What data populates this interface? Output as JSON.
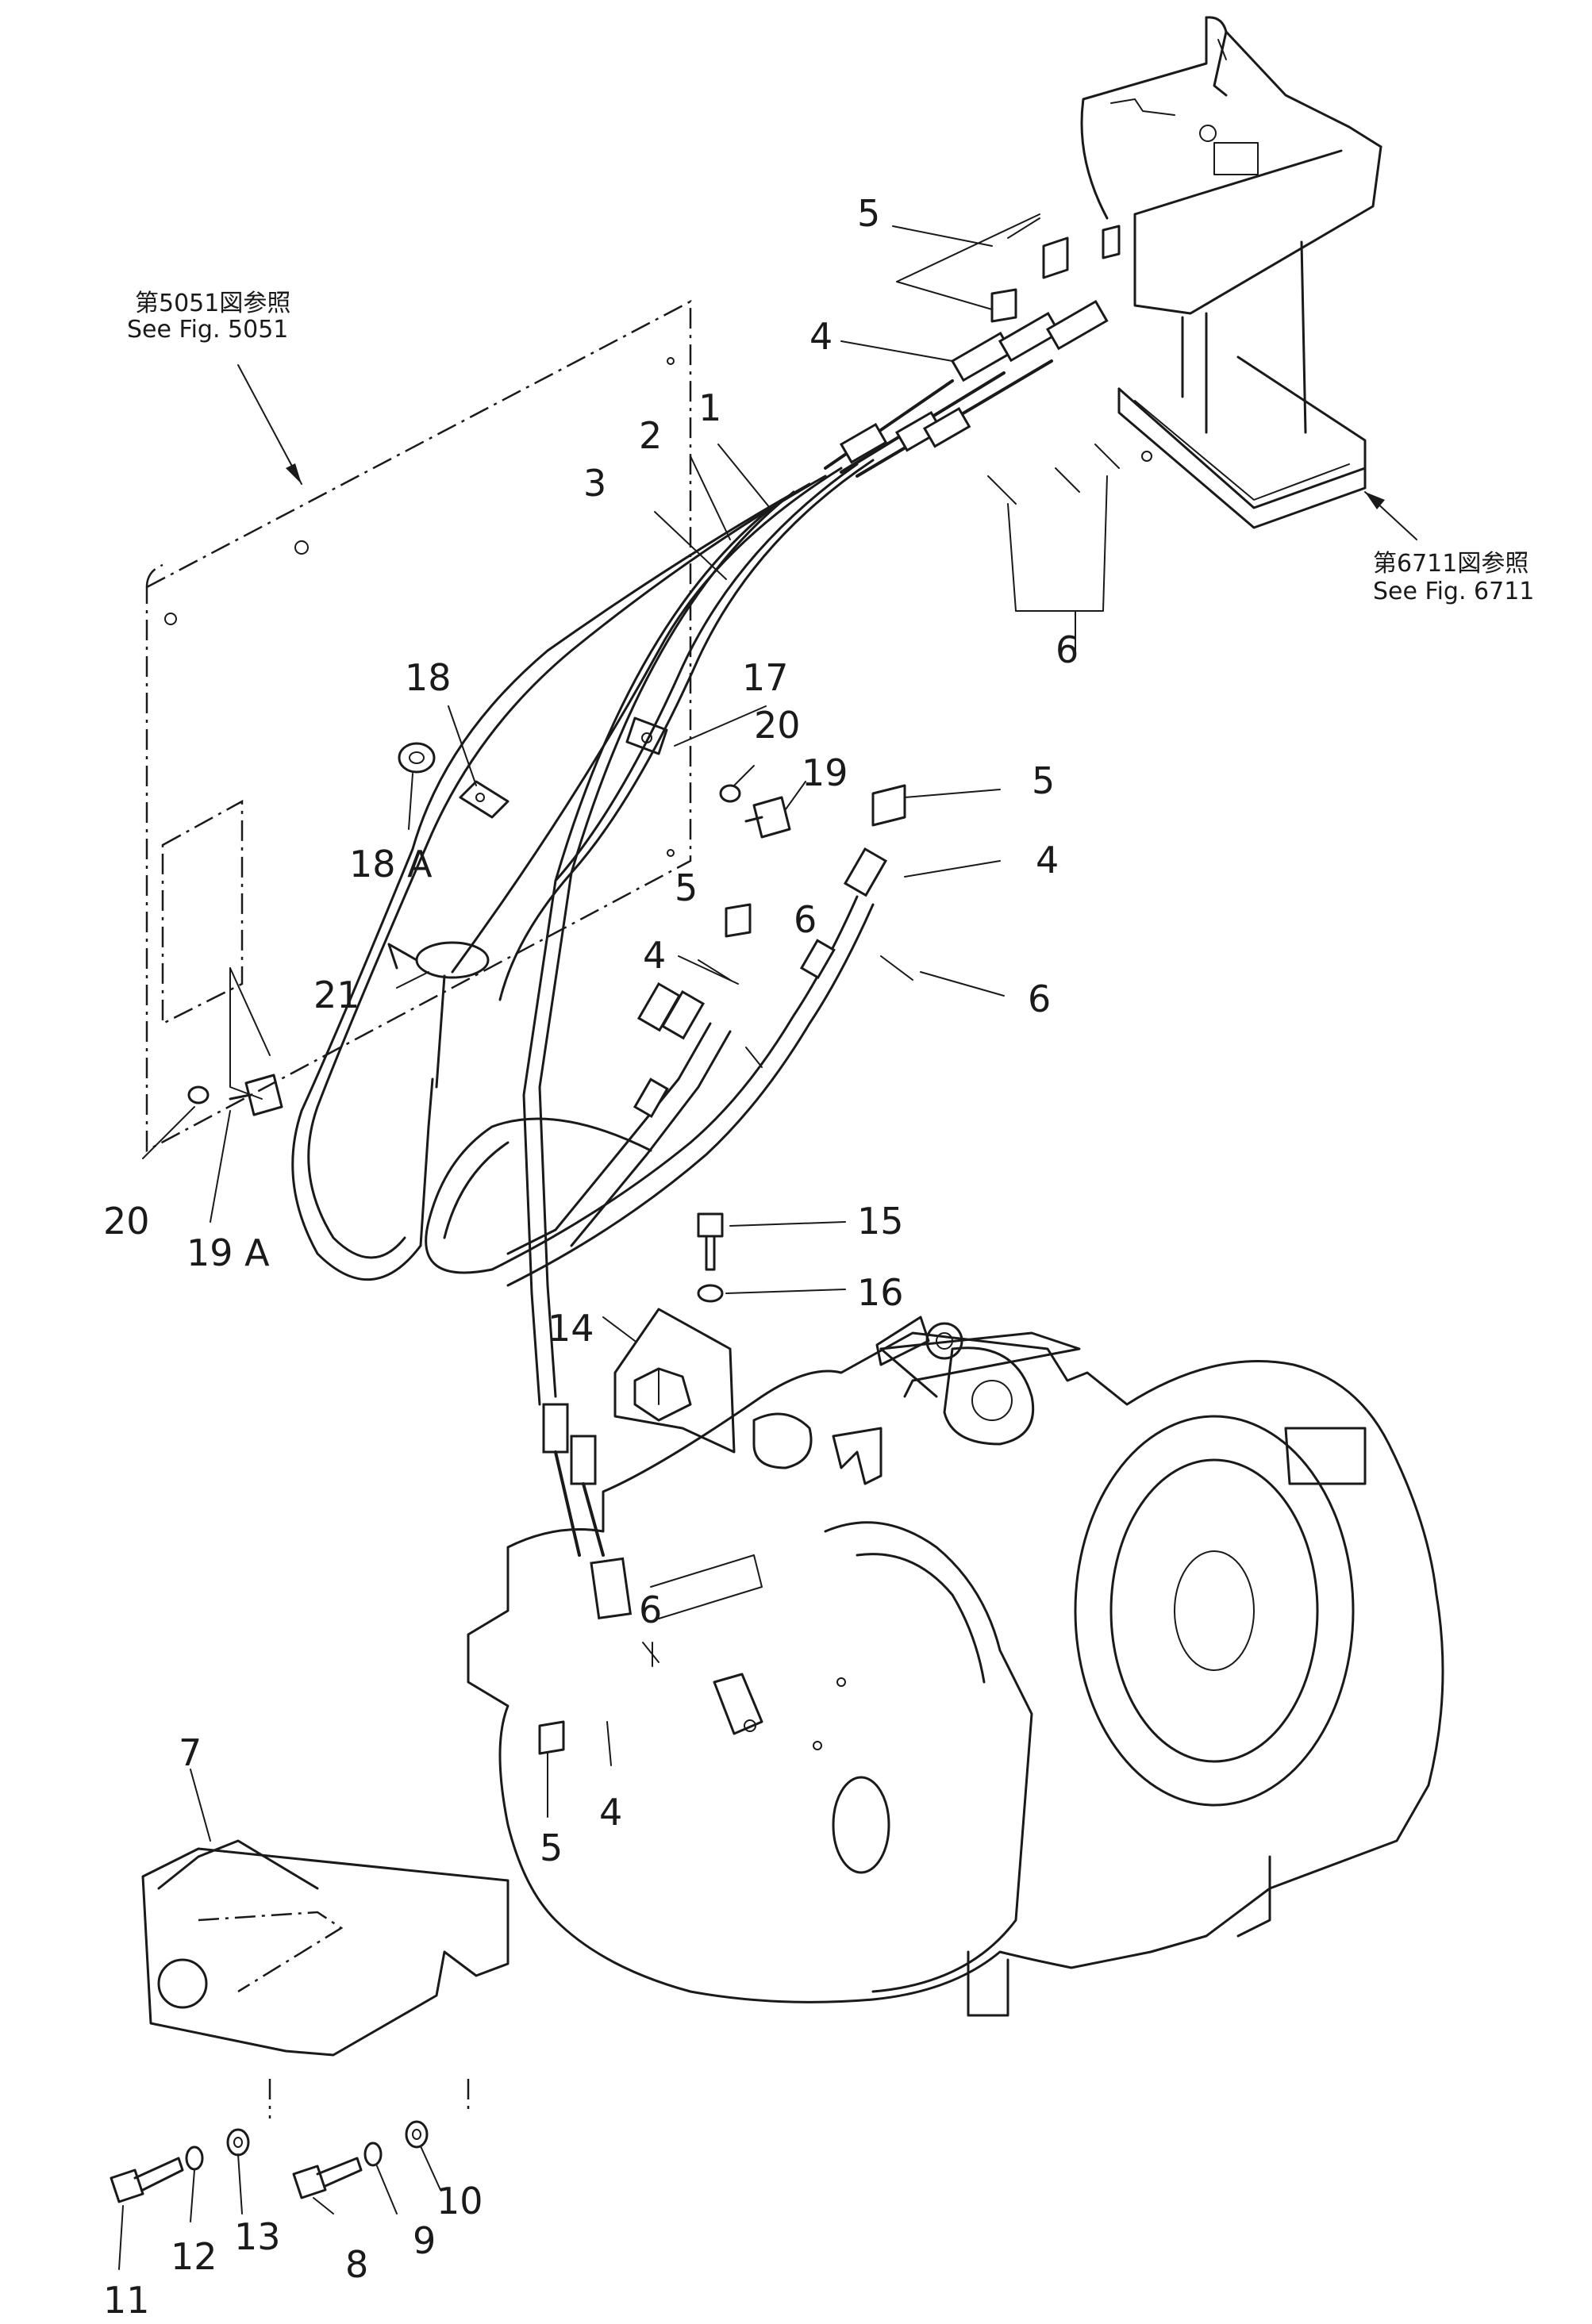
{
  "references": {
    "fig5051_jp": "第5051図参照",
    "fig5051_en": "See  Fig. 5051",
    "fig6711_jp": "第6711図参照",
    "fig6711_en": "See  Fig. 6711"
  },
  "callouts": {
    "c1": "1",
    "c2": "2",
    "c3": "3",
    "c4a": "4",
    "c4b": "4",
    "c4c": "4",
    "c4d": "4",
    "c5a": "5",
    "c5b": "5",
    "c5c": "5",
    "c5d": "5",
    "c6a": "6",
    "c6b": "6",
    "c6c": "6",
    "c6d": "6",
    "c7": "7",
    "c8": "8",
    "c9": "9",
    "c10": "10",
    "c11": "11",
    "c12": "12",
    "c13": "13",
    "c14": "14",
    "c15": "15",
    "c16": "16",
    "c17": "17",
    "c18": "18",
    "c18a": "18 A",
    "c19": "19",
    "c19a": "19 A",
    "c20a": "20",
    "c20b": "20",
    "c21": "21"
  }
}
